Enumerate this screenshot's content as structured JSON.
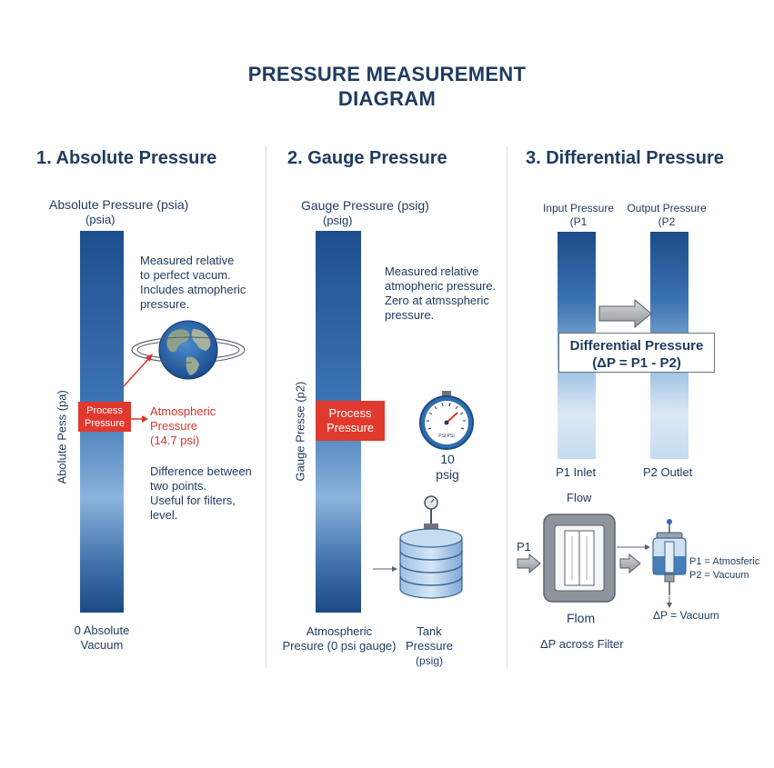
{
  "title": {
    "line1": "PRESSURE MEASUREMENT",
    "line2": "DIAGRAM"
  },
  "sections": {
    "absolute": {
      "heading": "1. Absolute Pressure",
      "col_label": "Absolute Pressure (psia)",
      "col_unit": "(psia)",
      "description": [
        "Measured relative",
        "to perfect vacum.",
        "Includes atmopheric",
        "pressure."
      ],
      "vertical_label": "Abolute Pess (pa)",
      "process_box": [
        "Process",
        "Pressure"
      ],
      "atm_label": [
        "Atmospheric",
        "Pressure",
        "(14.7 psi)"
      ],
      "difference_text": [
        "Difference between",
        "two points.",
        "Useful for filters,",
        "level."
      ],
      "bottom_label": [
        "0 Absolute",
        "Vacuum"
      ]
    },
    "gauge": {
      "heading": "2. Gauge Pressure",
      "col_label": "Gauge Pressure (psig)",
      "col_unit": "(psig)",
      "description": [
        "Measured relative",
        "atmopheric pressure.",
        "Zero at atmsspheric",
        "pressure."
      ],
      "vertical_label": "Gauge Presse (p2)",
      "process_box": [
        "Process",
        "Pressure"
      ],
      "gauge_face_text": "PSI PSI",
      "gauge_value": [
        "10",
        "psig"
      ],
      "bottom_left": [
        "Atmospheric",
        "Presure (0 psi gauge)"
      ],
      "bottom_right": [
        "Tank",
        "Pressure",
        "(psig)"
      ]
    },
    "differential": {
      "heading": "3. Differential Pressure",
      "input_label": [
        "Input Pressure",
        "(P1"
      ],
      "output_label": [
        "Output Pressure",
        "(P2"
      ],
      "dp_box": [
        "Differential Pressure",
        "(ΔP = P1 - P2)"
      ],
      "inlet_label": "P1 Inlet",
      "outlet_label": "P2 Outlet",
      "flow_label": "Flow",
      "p1_label": "P1",
      "flom_label": "Flom",
      "filter_label": "ΔP across Filter",
      "p1_atm": "P1 = Atmosferic",
      "p2_vac": "P2 = Vacuum",
      "dp_vac": "ΔP = Vacuum"
    }
  },
  "colors": {
    "primary": "#1f3b60",
    "column_blue": "#2a5d9e",
    "accent_red": "#e03a2e",
    "divider": "#d6d9de"
  }
}
